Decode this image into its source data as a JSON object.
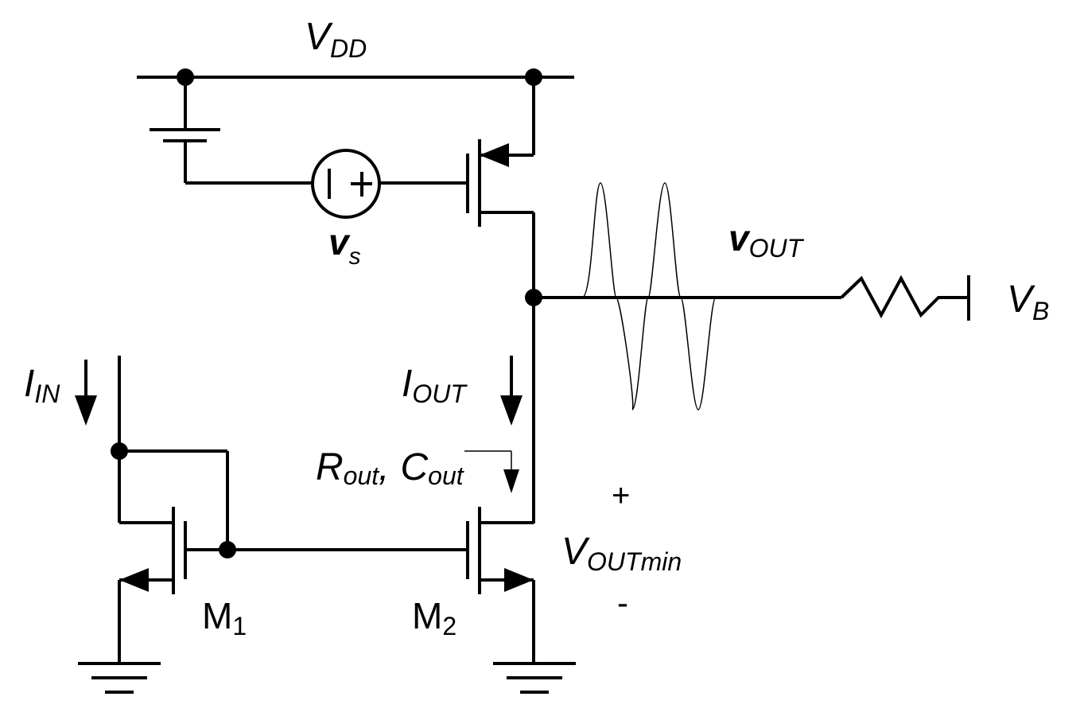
{
  "labels": {
    "vdd_main": "V",
    "vdd_sub": "DD",
    "vs_main": "v",
    "vs_sub": "s",
    "vout_main": "v",
    "vout_sub": "OUT",
    "vb_main": "V",
    "vb_sub": "B",
    "iin_main": "I",
    "iin_sub": "IN",
    "iout_main": "I",
    "iout_sub": "OUT",
    "rout_main": "R",
    "rout_sub": "out",
    "comma": ",",
    "cout_main": "C",
    "cout_sub": "out",
    "plus": "+",
    "voutmin_main": "V",
    "voutmin_sub": "OUTmin",
    "minus": "-",
    "m1_main": "M",
    "m1_sub": "1",
    "m2_main": "M",
    "m2_sub": "2"
  }
}
